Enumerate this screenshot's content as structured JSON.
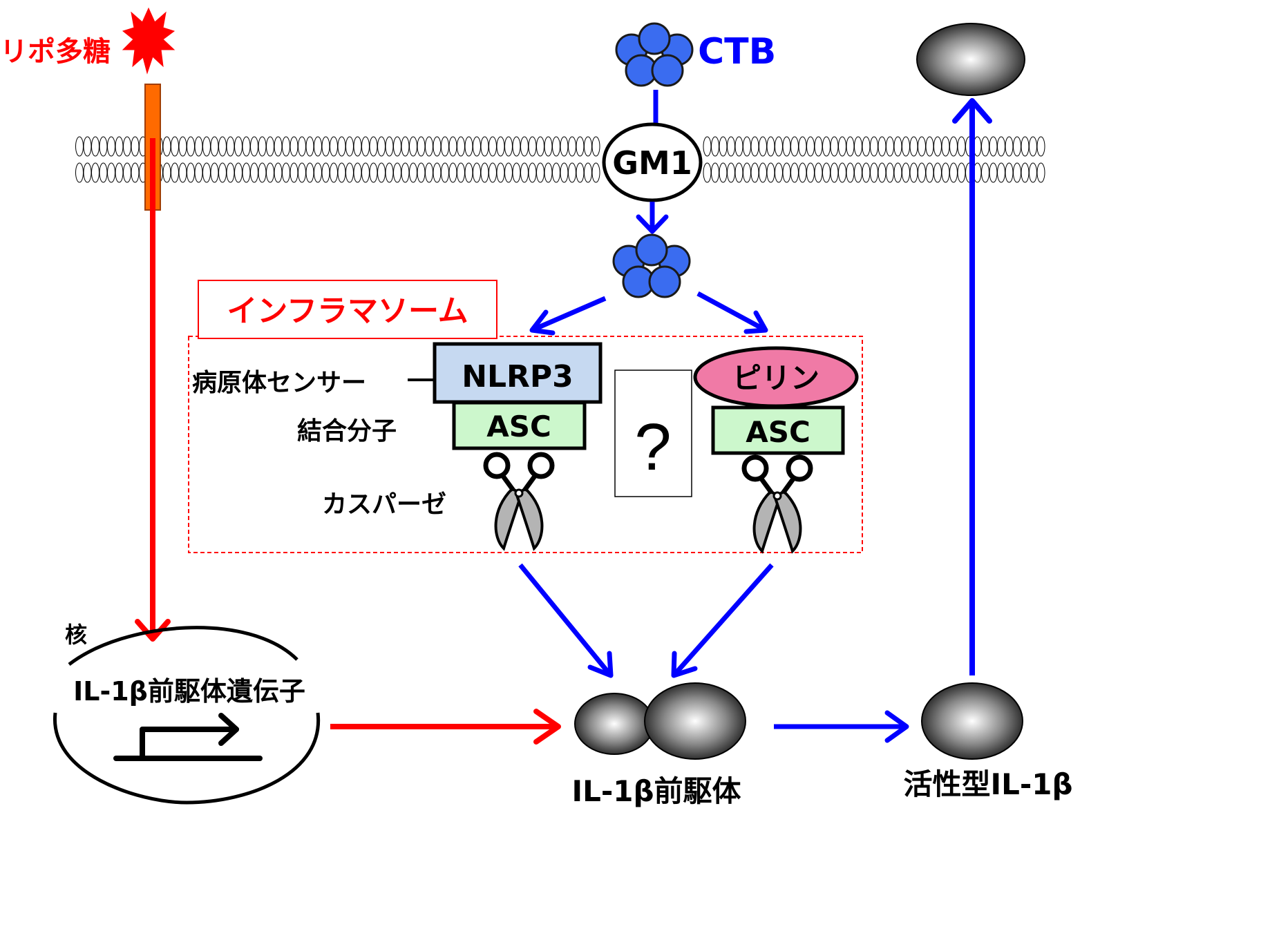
{
  "labels": {
    "lps": "リポ多糖",
    "ctb": "CTB",
    "gm1": "GM1",
    "inflammasome": "インフラマソーム",
    "pathogen_sensor": "病原体センサー",
    "adapter": "結合分子",
    "caspase": "カスパーゼ",
    "nlrp3": "NLRP3",
    "asc_left": "ASC",
    "pyrin": "ピリン",
    "asc_right": "ASC",
    "question": "?",
    "nucleus": "核",
    "gene": "IL-1β前駆体遺伝子",
    "precursor": "IL-1β前駆体",
    "active": "活性型IL-1β"
  },
  "colors": {
    "red": "#ff0000",
    "blue": "#0000ff",
    "ctb_blue": "#3a6cf0",
    "orange": "#ff6a00",
    "nlrp3_fill": "#c6d9f1",
    "asc_fill": "#ccf7cc",
    "pyrin_fill": "#f07aa6",
    "scissors_grey": "#b4b4b4"
  }
}
